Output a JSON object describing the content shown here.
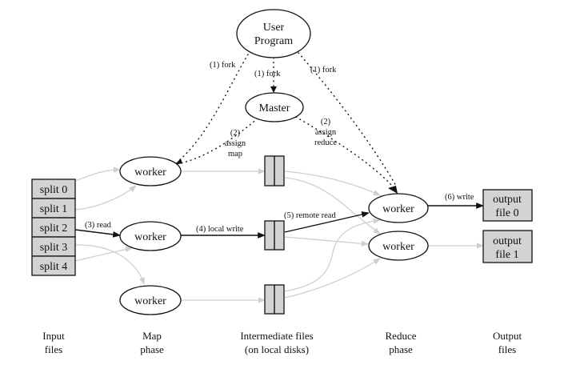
{
  "diagram": {
    "title": "MapReduce execution overview",
    "nodes": {
      "user_program": {
        "line1": "User",
        "line2": "Program"
      },
      "master": {
        "label": "Master"
      },
      "map_workers": [
        {
          "label": "worker"
        },
        {
          "label": "worker"
        },
        {
          "label": "worker"
        }
      ],
      "reduce_workers": [
        {
          "label": "worker"
        },
        {
          "label": "worker"
        }
      ],
      "splits": [
        "split 0",
        "split 1",
        "split 2",
        "split 3",
        "split 4"
      ],
      "intermediate_files": 3,
      "output_files": [
        {
          "line1": "output",
          "line2": "file 0"
        },
        {
          "line1": "output",
          "line2": "file 1"
        }
      ]
    },
    "edge_labels": {
      "fork_left": "(1) fork",
      "fork_center": "(1) fork",
      "fork_right": "(1) fork",
      "assign_map": [
        "(2)",
        "assign",
        "map"
      ],
      "assign_reduce": [
        "(2)",
        "assign",
        "reduce"
      ],
      "read": "(3) read",
      "local_write": "(4) local write",
      "remote_read": "(5) remote read",
      "write": "(6) write"
    },
    "phases": [
      {
        "line1": "Input",
        "line2": "files"
      },
      {
        "line1": "Map",
        "line2": "phase"
      },
      {
        "line1": "Intermediate files",
        "line2": "(on local disks)"
      },
      {
        "line1": "Reduce",
        "line2": "phase"
      },
      {
        "line1": "Output",
        "line2": "files"
      }
    ],
    "colors": {
      "box_fill": "#d3d3d3",
      "highlight_edge": "#111111",
      "background_edge": "#cfcfcf"
    }
  }
}
